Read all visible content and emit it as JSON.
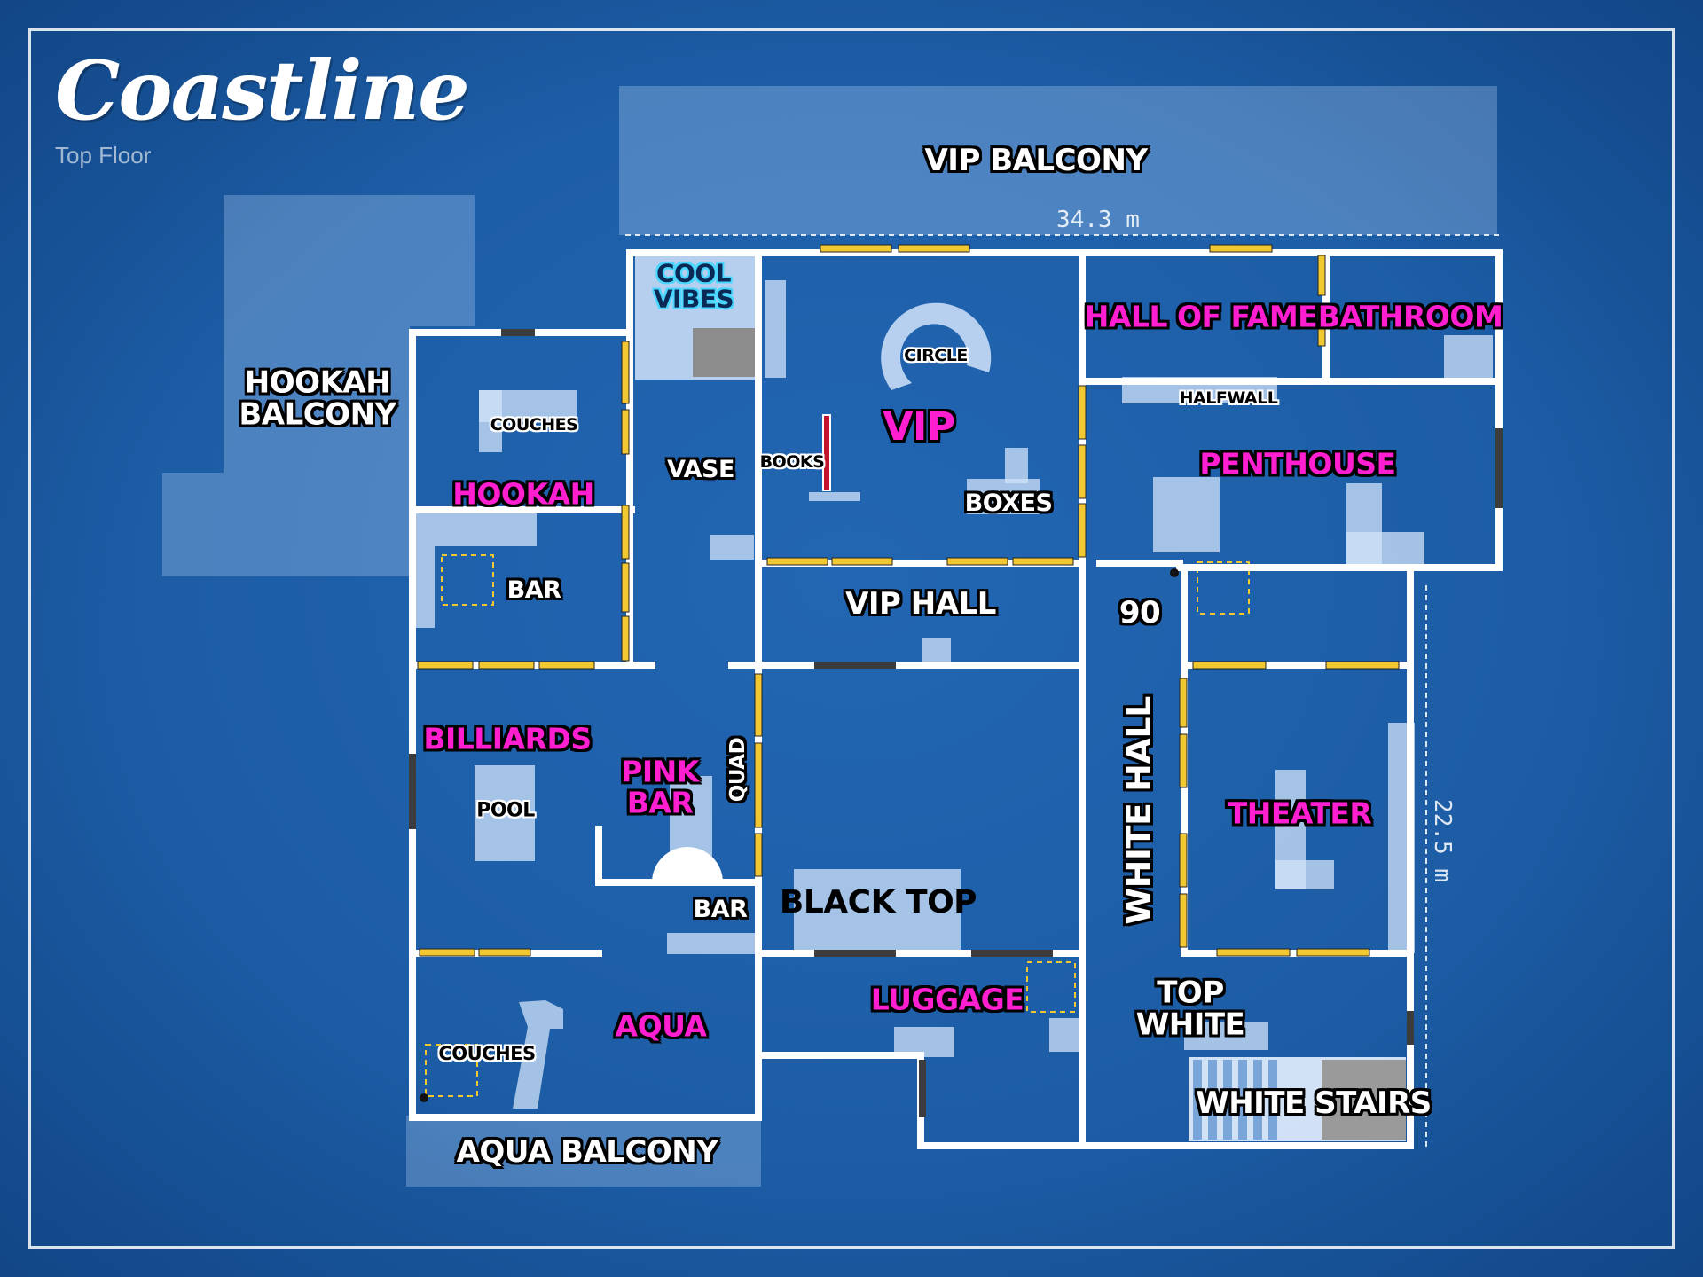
{
  "map": {
    "title": "Coastline",
    "subtitle": "Top Floor",
    "dimensions": {
      "width": "34.3 m",
      "height": "22.5 m"
    },
    "colors": {
      "background": "#1b5ba3",
      "wall": "#ffffff",
      "window": "#f2c832",
      "door": "#444444",
      "room_label": "#ff1fd0",
      "feature_label": "#ffffff"
    },
    "labels": {
      "vip_balcony": "VIP BALCONY",
      "hookah_balcony": "HOOKAH\nBALCONY",
      "aqua_balcony": "AQUA BALCONY",
      "cool_vibes": "COOL\nVIBES",
      "vip": "VIP",
      "circle": "CIRCLE",
      "books": "BOOKS",
      "boxes": "BOXES",
      "hall_of_fame": "HALL OF FAME",
      "bathroom": "BATHROOM",
      "halfwall": "HALFWALL",
      "penthouse": "PENTHOUSE",
      "couches_top": "COUCHES",
      "hookah": "HOOKAH",
      "vase": "VASE",
      "bar_top": "BAR",
      "vip_hall": "VIP HALL",
      "ninety": "90",
      "billiards": "BILLIARDS",
      "pool": "POOL",
      "pink_bar": "PINK\nBAR",
      "quad": "QUAD",
      "bar_mid": "BAR",
      "black_top": "BLACK TOP",
      "white_hall": "WHITE HALL",
      "theater": "THEATER",
      "aqua": "AQUA",
      "couches_bottom": "COUCHES",
      "luggage": "LUGGAGE",
      "top_white": "TOP\nWHITE",
      "white_stairs": "WHITE STAIRS"
    }
  }
}
